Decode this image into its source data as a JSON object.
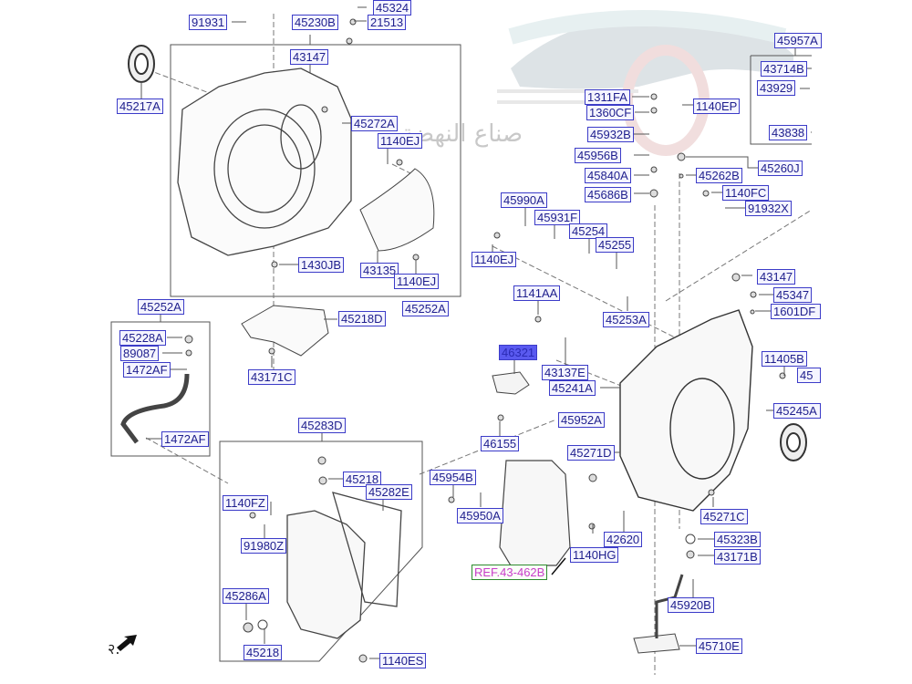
{
  "diagram": {
    "title": "Automatic transaxle case exploded parts diagram",
    "watermark_text": "صناع النهضة",
    "corner_marker": "२.",
    "colors": {
      "label_border": "#3c3cc8",
      "label_text": "#1e1e8c",
      "highlight_fill": "#5a5af0",
      "ref_border": "#2e8b2e",
      "ref_text": "#c83cc8",
      "line": "#555555",
      "watermark": "#c8c8c8"
    }
  },
  "labels": [
    {
      "id": "91931",
      "text": "91931"
    },
    {
      "id": "45230B",
      "text": "45230B"
    },
    {
      "id": "45324",
      "text": "45324"
    },
    {
      "id": "21513",
      "text": "21513"
    },
    {
      "id": "43147-top",
      "text": "43147"
    },
    {
      "id": "45217A",
      "text": "45217A"
    },
    {
      "id": "45272A",
      "text": "45272A"
    },
    {
      "id": "1140EJ-a",
      "text": "1140EJ"
    },
    {
      "id": "1430JB",
      "text": "1430JB"
    },
    {
      "id": "43135",
      "text": "43135"
    },
    {
      "id": "1140EJ-b",
      "text": "1140EJ"
    },
    {
      "id": "45252A-r",
      "text": "45252A"
    },
    {
      "id": "45218D",
      "text": "45218D"
    },
    {
      "id": "43171C",
      "text": "43171C"
    },
    {
      "id": "45252A-l",
      "text": "45252A"
    },
    {
      "id": "45228A",
      "text": "45228A"
    },
    {
      "id": "89087",
      "text": "89087"
    },
    {
      "id": "1472AF-a",
      "text": "1472AF"
    },
    {
      "id": "1472AF-b",
      "text": "1472AF"
    },
    {
      "id": "45283D",
      "text": "45283D"
    },
    {
      "id": "45218-a",
      "text": "45218"
    },
    {
      "id": "45282E",
      "text": "45282E"
    },
    {
      "id": "1140FZ",
      "text": "1140FZ"
    },
    {
      "id": "91980Z",
      "text": "91980Z"
    },
    {
      "id": "45286A",
      "text": "45286A"
    },
    {
      "id": "45218-b",
      "text": "45218"
    },
    {
      "id": "1140ES",
      "text": "1140ES"
    },
    {
      "id": "1311FA",
      "text": "1311FA"
    },
    {
      "id": "1360CF",
      "text": "1360CF"
    },
    {
      "id": "1140EP",
      "text": "1140EP"
    },
    {
      "id": "45932B",
      "text": "45932B"
    },
    {
      "id": "45956B",
      "text": "45956B"
    },
    {
      "id": "45840A",
      "text": "45840A"
    },
    {
      "id": "45686B",
      "text": "45686B"
    },
    {
      "id": "45262B",
      "text": "45262B"
    },
    {
      "id": "45260J",
      "text": "45260J"
    },
    {
      "id": "1140FC",
      "text": "1140FC"
    },
    {
      "id": "91932X",
      "text": "91932X"
    },
    {
      "id": "45957A",
      "text": "45957A"
    },
    {
      "id": "43714B",
      "text": "43714B"
    },
    {
      "id": "43929",
      "text": "43929"
    },
    {
      "id": "43838",
      "text": "43838"
    },
    {
      "id": "45990A",
      "text": "45990A"
    },
    {
      "id": "45931F",
      "text": "45931F"
    },
    {
      "id": "45254",
      "text": "45254"
    },
    {
      "id": "45255",
      "text": "45255"
    },
    {
      "id": "1140EJ-c",
      "text": "1140EJ"
    },
    {
      "id": "1141AA",
      "text": "1141AA"
    },
    {
      "id": "45253A",
      "text": "45253A"
    },
    {
      "id": "43147-r",
      "text": "43147"
    },
    {
      "id": "45347",
      "text": "45347"
    },
    {
      "id": "1601DF",
      "text": "1601DF"
    },
    {
      "id": "46321",
      "text": "46321",
      "highlighted": true
    },
    {
      "id": "43137E",
      "text": "43137E"
    },
    {
      "id": "45241A",
      "text": "45241A"
    },
    {
      "id": "11405B",
      "text": "11405B"
    },
    {
      "id": "45-cut",
      "text": "45"
    },
    {
      "id": "45245A",
      "text": "45245A"
    },
    {
      "id": "45952A",
      "text": "45952A"
    },
    {
      "id": "46155",
      "text": "46155"
    },
    {
      "id": "45271D",
      "text": "45271D"
    },
    {
      "id": "45954B",
      "text": "45954B"
    },
    {
      "id": "45950A",
      "text": "45950A"
    },
    {
      "id": "42620",
      "text": "42620"
    },
    {
      "id": "1140HG",
      "text": "1140HG"
    },
    {
      "id": "REF43-462B",
      "text": "REF.43-462B",
      "reference": true
    },
    {
      "id": "45271C",
      "text": "45271C"
    },
    {
      "id": "45323B",
      "text": "45323B"
    },
    {
      "id": "43171B",
      "text": "43171B"
    },
    {
      "id": "45920B",
      "text": "45920B"
    },
    {
      "id": "45710E",
      "text": "45710E"
    }
  ]
}
